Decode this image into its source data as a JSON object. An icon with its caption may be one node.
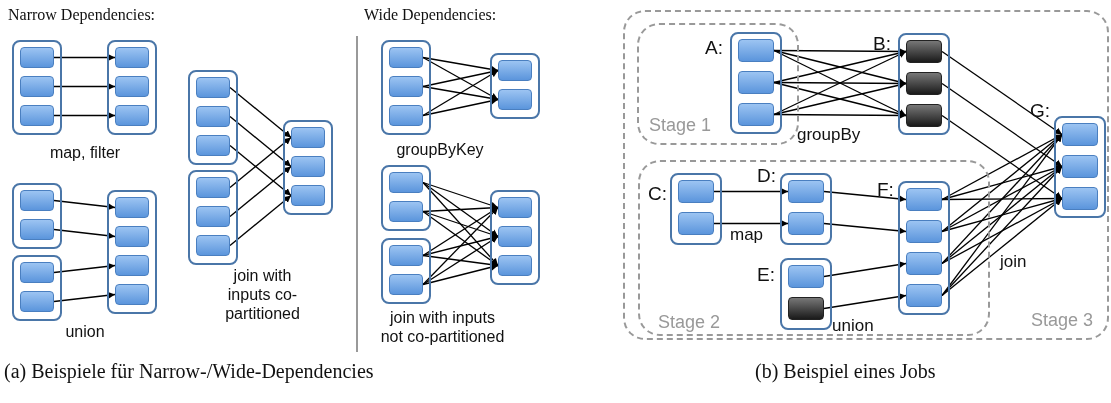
{
  "diagram": {
    "nodes": [
      {
        "text": [],
        "shape": "box"
      },
      {
        "text": [],
        "shape": "box",
        "in": 0
      },
      {
        "text": [],
        "shape": "box",
        "in": 0
      },
      {
        "text": [],
        "shape": "box",
        "in": 0
      },
      {
        "text": [],
        "shape": "box"
      },
      {
        "text": [],
        "shape": "box",
        "in": 4
      },
      {
        "text": [],
        "shape": "box",
        "in": 4
      },
      {
        "text": [],
        "shape": "box",
        "in": 4
      },
      {
        "text": [],
        "shape": "box"
      },
      {
        "text": [],
        "shape": "box",
        "in": 8
      },
      {
        "text": [],
        "shape": "box",
        "in": 8
      },
      {
        "text": [],
        "shape": "box"
      },
      {
        "text": [],
        "shape": "box",
        "in": 11
      },
      {
        "text": [],
        "shape": "box",
        "in": 11
      },
      {
        "text": [],
        "shape": "box"
      },
      {
        "text": [],
        "shape": "box",
        "in": 14
      },
      {
        "text": [],
        "shape": "box",
        "in": 14
      },
      {
        "text": [],
        "shape": "box",
        "in": 14
      },
      {
        "text": [],
        "shape": "box",
        "in": 14
      },
      {
        "text": [],
        "shape": "box"
      },
      {
        "text": [],
        "shape": "box",
        "in": 19
      },
      {
        "text": [],
        "shape": "box",
        "in": 19
      },
      {
        "text": [],
        "shape": "box",
        "in": 19
      },
      {
        "text": [],
        "shape": "box"
      },
      {
        "text": [],
        "shape": "box",
        "in": 23
      },
      {
        "text": [],
        "shape": "box",
        "in": 23
      },
      {
        "text": [],
        "shape": "box",
        "in": 23
      },
      {
        "text": [],
        "shape": "box"
      },
      {
        "text": [],
        "shape": "box",
        "in": 27
      },
      {
        "text": [],
        "shape": "box",
        "in": 27
      },
      {
        "text": [],
        "shape": "box",
        "in": 27
      },
      {
        "text": [],
        "shape": "box"
      },
      {
        "text": [],
        "shape": "box",
        "in": 31
      },
      {
        "text": [],
        "shape": "box",
        "in": 31
      },
      {
        "text": [],
        "shape": "box",
        "in": 31
      },
      {
        "text": [],
        "shape": "box"
      },
      {
        "text": [],
        "shape": "box",
        "in": 35
      },
      {
        "text": [],
        "shape": "box",
        "in": 35
      },
      {
        "text": [],
        "shape": "box"
      },
      {
        "text": [],
        "shape": "box",
        "in": 38
      },
      {
        "text": [],
        "shape": "box",
        "in": 38
      },
      {
        "text": [],
        "shape": "box"
      },
      {
        "text": [],
        "shape": "box",
        "in": 41
      },
      {
        "text": [],
        "shape": "box",
        "in": 41
      },
      {
        "text": [],
        "shape": "box"
      },
      {
        "text": [],
        "shape": "box",
        "in": 44
      },
      {
        "text": [],
        "shape": "box",
        "in": 44
      },
      {
        "text": [],
        "shape": "box",
        "in": 44
      },
      {
        "text": [
          "Stage 3"
        ]
      },
      {
        "text": [
          "Stage 1"
        ],
        "in": 48
      },
      {
        "text": [
          "A:"
        ],
        "in": 49
      },
      {
        "text": [],
        "shape": "box",
        "in": 50
      },
      {
        "text": [],
        "shape": "box",
        "in": 50
      },
      {
        "text": [],
        "shape": "box",
        "in": 50
      },
      {
        "text": [
          "B:"
        ],
        "in": 48
      },
      {
        "text": [],
        "shape": "box",
        "in": 54
      },
      {
        "text": [],
        "shape": "box",
        "in": 54
      },
      {
        "text": [],
        "shape": "box",
        "in": 54
      },
      {
        "text": [
          "G:"
        ],
        "in": 48
      },
      {
        "text": [],
        "shape": "box",
        "in": 58
      },
      {
        "text": [],
        "shape": "box",
        "in": 58
      },
      {
        "text": [],
        "shape": "box",
        "in": 58
      },
      {
        "text": [
          "Stage 2"
        ],
        "in": 48
      },
      {
        "text": [
          "C:"
        ],
        "in": 62
      },
      {
        "text": [],
        "shape": "box",
        "in": 63
      },
      {
        "text": [],
        "shape": "box",
        "in": 63
      },
      {
        "text": [
          "D:"
        ],
        "in": 62
      },
      {
        "text": [],
        "shape": "box",
        "in": 66
      },
      {
        "text": [],
        "shape": "box",
        "in": 66
      },
      {
        "text": [
          "E:"
        ],
        "in": 62
      },
      {
        "text": [],
        "shape": "box",
        "in": 69
      },
      {
        "text": [],
        "shape": "box",
        "in": 69
      },
      {
        "text": [
          "F:"
        ],
        "in": 62
      },
      {
        "text": [],
        "shape": "box",
        "in": 72
      },
      {
        "text": [],
        "shape": "box",
        "in": 72
      },
      {
        "text": [],
        "shape": "box",
        "in": 72
      },
      {
        "text": [],
        "shape": "box",
        "in": 72
      }
    ],
    "edges": [
      {
        "from": 1,
        "to": 5,
        "arrow": "to"
      },
      {
        "from": 2,
        "to": 6,
        "arrow": "to"
      },
      {
        "from": 3,
        "to": 7,
        "arrow": "to"
      },
      {
        "from": 9,
        "to": 15,
        "arrow": "to"
      },
      {
        "from": 10,
        "to": 16,
        "arrow": "to"
      },
      {
        "from": 12,
        "to": 17,
        "arrow": "to"
      },
      {
        "from": 13,
        "to": 18,
        "arrow": "to"
      },
      {
        "from": 20,
        "to": 28,
        "arrow": "to"
      },
      {
        "from": 21,
        "to": 29,
        "arrow": "to"
      },
      {
        "from": 22,
        "to": 30,
        "arrow": "to"
      },
      {
        "from": 24,
        "to": 28,
        "arrow": "to"
      },
      {
        "from": 25,
        "to": 29,
        "arrow": "to"
      },
      {
        "from": 26,
        "to": 30,
        "arrow": "to"
      },
      {
        "from": 32,
        "to": 36,
        "arrow": "to"
      },
      {
        "from": 32,
        "to": 37,
        "arrow": "to"
      },
      {
        "from": 33,
        "to": 36,
        "arrow": "to"
      },
      {
        "from": 33,
        "to": 37,
        "arrow": "to"
      },
      {
        "from": 34,
        "to": 36,
        "arrow": "to"
      },
      {
        "from": 34,
        "to": 37,
        "arrow": "to"
      },
      {
        "from": 39,
        "to": 45,
        "arrow": "to"
      },
      {
        "from": 39,
        "to": 46,
        "arrow": "to"
      },
      {
        "from": 39,
        "to": 47,
        "arrow": "to"
      },
      {
        "from": 40,
        "to": 45,
        "arrow": "to"
      },
      {
        "from": 40,
        "to": 46,
        "arrow": "to"
      },
      {
        "from": 40,
        "to": 47,
        "arrow": "to"
      },
      {
        "from": 42,
        "to": 45,
        "arrow": "to"
      },
      {
        "from": 42,
        "to": 46,
        "arrow": "to"
      },
      {
        "from": 42,
        "to": 47,
        "arrow": "to"
      },
      {
        "from": 43,
        "to": 45,
        "arrow": "to"
      },
      {
        "from": 43,
        "to": 46,
        "arrow": "to"
      },
      {
        "from": 43,
        "to": 47,
        "arrow": "to"
      },
      {
        "from": 51,
        "to": 55,
        "arrow": "to"
      },
      {
        "from": 51,
        "to": 56,
        "arrow": "to"
      },
      {
        "from": 51,
        "to": 57,
        "arrow": "to"
      },
      {
        "from": 52,
        "to": 55,
        "arrow": "to"
      },
      {
        "from": 52,
        "to": 56,
        "arrow": "to"
      },
      {
        "from": 52,
        "to": 57,
        "arrow": "to"
      },
      {
        "from": 53,
        "to": 55,
        "arrow": "to"
      },
      {
        "from": 53,
        "to": 56,
        "arrow": "to"
      },
      {
        "from": 53,
        "to": 57,
        "arrow": "to"
      },
      {
        "from": 55,
        "to": 59,
        "arrow": "to"
      },
      {
        "from": 56,
        "to": 60,
        "arrow": "to"
      },
      {
        "from": 57,
        "to": 61,
        "arrow": "to"
      },
      {
        "from": 64,
        "to": 67,
        "arrow": "to"
      },
      {
        "from": 65,
        "to": 68,
        "arrow": "to"
      },
      {
        "from": 67,
        "to": 73,
        "arrow": "to"
      },
      {
        "from": 68,
        "to": 74,
        "arrow": "to"
      },
      {
        "from": 70,
        "to": 75,
        "arrow": "to"
      },
      {
        "from": 71,
        "to": 76,
        "arrow": "to"
      },
      {
        "from": 73,
        "to": 59,
        "arrow": "to"
      },
      {
        "from": 73,
        "to": 60,
        "arrow": "to"
      },
      {
        "from": 73,
        "to": 61,
        "arrow": "to"
      },
      {
        "from": 74,
        "to": 59,
        "arrow": "to"
      },
      {
        "from": 74,
        "to": 60,
        "arrow": "to"
      },
      {
        "from": 74,
        "to": 61,
        "arrow": "to"
      },
      {
        "from": 75,
        "to": 59,
        "arrow": "to"
      },
      {
        "from": 75,
        "to": 60,
        "arrow": "to"
      },
      {
        "from": 75,
        "to": 61,
        "arrow": "to"
      },
      {
        "from": 76,
        "to": 59,
        "arrow": "to"
      },
      {
        "from": 76,
        "to": 60,
        "arrow": "to"
      },
      {
        "from": 76,
        "to": 61,
        "arrow": "to"
      }
    ],
    "labels": [
      "Narrow Dependencies:",
      "map, filter",
      "union",
      "join with inputs co-partitioned",
      "Wide Dependencies:",
      "groupByKey",
      "join with inputs not co-partitioned",
      "groupBy",
      "map",
      "union",
      "join",
      "(a) Beispiele für Narrow-/Wide-Dependencies",
      "(b) Beispiel eines Jobs"
    ]
  }
}
